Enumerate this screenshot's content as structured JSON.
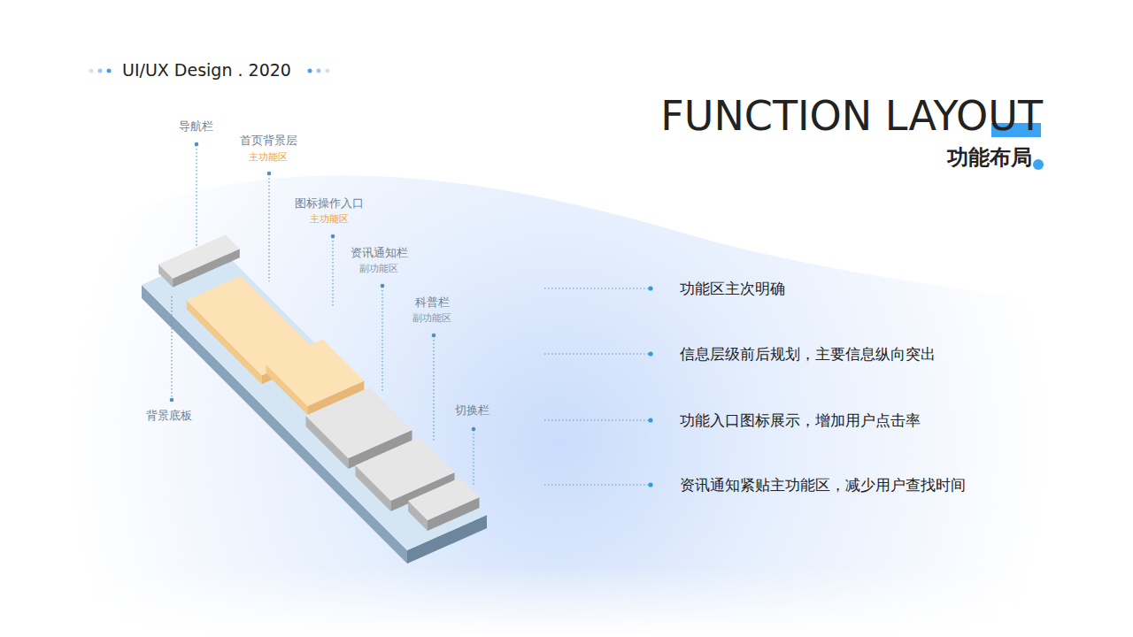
{
  "diagram": {
    "title": "FUNCTION LAYOUT",
    "labels": [
      "UI/UX Design . 2020",
      "功能布局",
      "导航栏",
      "首页背景层",
      "主功能区",
      "图标操作入口",
      "主功能区",
      "资讯通知栏",
      "副功能区",
      "科普栏",
      "副功能区",
      "切换栏",
      "背景底板",
      "功能区主次明确",
      "信息层级前后规划，主要信息纵向突出",
      "功能入口图标展示，增加用户点击率",
      "资讯通知紧贴主功能区，减少用户查找时间"
    ]
  }
}
